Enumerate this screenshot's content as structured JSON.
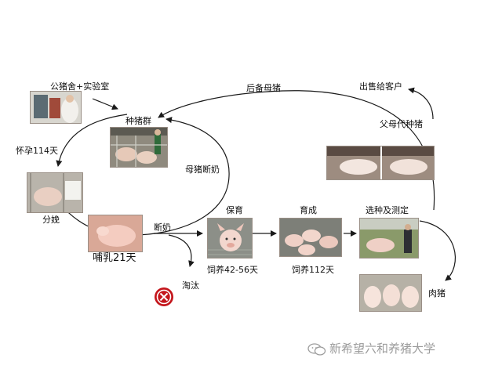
{
  "labels": {
    "boar_lab": "公猪舍+实验室",
    "breeding_herd": "种猪群",
    "gestation": "怀孕114天",
    "farrowing": "分娩",
    "lactation": "哺乳21天",
    "weaning": "断奶",
    "sow_weaning": "母猪断奶",
    "nursery": "保育",
    "nursery_feed": "饲养42-56天",
    "finishing": "育成",
    "finishing_feed": "饲养112天",
    "selection": "选种及测定",
    "parent_stock": "父母代种猪",
    "sell_to_customers": "出售给客户",
    "replacement_gilts": "后备母猪",
    "cull": "淘汰",
    "market_pigs": "肉猪"
  },
  "watermark": {
    "text": "新希望六和养猪大学",
    "icon": "wechat-icon"
  },
  "colors": {
    "cull_red": "#c4161c",
    "arrow": "#1a1a1a",
    "watermark": "#9c9c9c"
  }
}
